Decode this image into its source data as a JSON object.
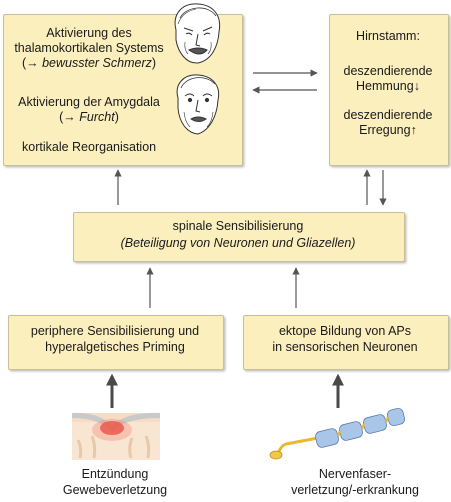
{
  "top_left": {
    "line1": "Aktivierung des",
    "line2": "thalamokortikalen Systems",
    "line3_open": "(",
    "line3_em": "bewusster Schmerz",
    "line3_close": ")",
    "line4": "Aktivierung der Amygdala",
    "line5_open": "(",
    "line5_em": "Furcht",
    "line5_close": ")",
    "line6": "kortikale Reorganisation"
  },
  "top_right": {
    "title": "Hirnstamm:",
    "item1_a": "deszendierende",
    "item1_b": "Hemmung",
    "item2_a": "deszendierende",
    "item2_b": "Erregung"
  },
  "middle": {
    "line1": "spinale Sensibilisierung",
    "line2": "(Beteiligung von Neuronen und Gliazellen)"
  },
  "bottom_left": {
    "line1": "periphere Sensibilisierung und",
    "line2": "hyperalgetisches Priming"
  },
  "bottom_right": {
    "line1": "ektope Bildung von APs",
    "line2": "in sensorischen Neuronen"
  },
  "caption_left": {
    "line1": "Entzündung",
    "line2": "Gewebeverletzung"
  },
  "caption_right": {
    "line1": "Nervenfaser-",
    "line2": "verletzung/-erkrankung"
  },
  "colors": {
    "box_fill": "#fbefbd",
    "arrow": "#555555",
    "inflammation": "#e8463c",
    "nerve_axon": "#e9b935",
    "myelin": "#a9c6e8"
  }
}
